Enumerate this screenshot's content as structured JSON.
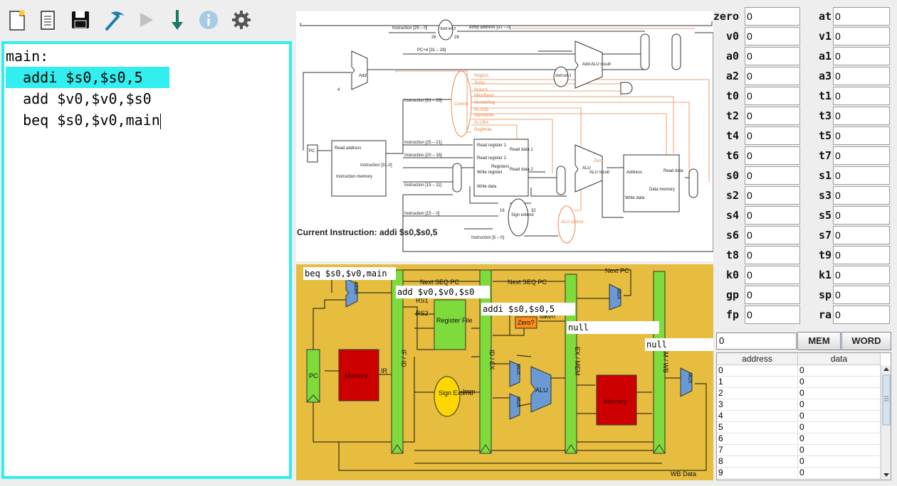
{
  "toolbar": {
    "buttons": [
      {
        "name": "new-file-button",
        "icon": "new-file-icon"
      },
      {
        "name": "open-file-button",
        "icon": "document-icon"
      },
      {
        "name": "save-button",
        "icon": "save-icon"
      },
      {
        "name": "assemble-button",
        "icon": "hammer-icon"
      },
      {
        "name": "run-button",
        "icon": "play-icon"
      },
      {
        "name": "step-button",
        "icon": "step-down-icon"
      },
      {
        "name": "info-button",
        "icon": "info-icon"
      },
      {
        "name": "settings-button",
        "icon": "gear-icon"
      }
    ]
  },
  "editor": {
    "lines": [
      "main:",
      "  addi $s0,$s0,5",
      "  add $v0,$v0,$s0",
      "  beq $s0,$v0,main"
    ],
    "highlighted_line": 1
  },
  "datapath": {
    "current_instruction": "Current Instruction: addi $s0,$s0,5",
    "labels": {
      "instr_25_0": "Instruction [25 – 0]",
      "jump_address": "Jump address [31 – 0]",
      "shift_left_2a": "Shift left 2",
      "n26": "26",
      "n28": "28",
      "pc4": "PC+4 [31 – 28]",
      "add": "Add",
      "four": "4",
      "instr_31_26": "Instruction [31 – 26]",
      "control": "Control",
      "regdst": "RegDst",
      "jump": "Jump",
      "branch": "Branch",
      "memread": "MemRead",
      "memtoreg": "MemtoReg",
      "aluop": "ALUOp",
      "memwrite": "MemWrite",
      "alusrc": "ALUSrc",
      "regwrite": "RegWrite",
      "pc": "PC",
      "read_address": "Read address",
      "instruction_31_0": "Instruction [31-0]",
      "instruction_memory": "Instruction memory",
      "instr_25_21": "Instruction [25 – 21]",
      "instr_20_16": "Instruction [20 – 16]",
      "instr_15_11": "Instruction [15 – 11]",
      "instr_15_0": "Instruction [15 – 0]",
      "instr_5_0": "Instruction [5 – 0]",
      "read_register_1": "Read register 1",
      "read_register_2": "Read register 2",
      "write_register": "Write register",
      "write_data": "Write data",
      "registers": "Registers",
      "read_data_1": "Read data 1",
      "read_data_2": "Read data 2",
      "sign_extend": "Sign extend",
      "n16": "16",
      "n32": "32",
      "shift_left_2b": "Shift left 2",
      "alu": "ALU",
      "alu_result": "ALU result",
      "zero": "Zero",
      "alu_control": "ALU control",
      "add_alu_result": "Add ALU result",
      "address": "Address",
      "read_data": "Read data",
      "data_memory": "Data memory",
      "mux": "MUX"
    }
  },
  "pipeline": {
    "stage_instructions": {
      "if": "beq $s0,$v0,main",
      "id": "add $v0,$v0,$s0",
      "ex": "addi $s0,$s0,5",
      "mem": "null",
      "wb": "null"
    },
    "labels": {
      "next_seq_pc_1": "Next SEQ PC",
      "next_seq_pc_2": "Next SEQ PC",
      "next_pc": "Next PC",
      "adder": "Adder",
      "rs1": "RS1",
      "rs2": "RS2",
      "register_file": "Register File",
      "pc": "PC",
      "memory_1": "Memory",
      "ir": "IR",
      "if_id": "IF / ID",
      "id_ex": "ID / EX",
      "ex_mem": "EX / MEM",
      "mem_wb": "MEM / WB",
      "sign_extend": "Sign Extend",
      "imm": "Imm",
      "zero": "Zero?",
      "taken": "taken",
      "alu": "ALU",
      "mux": "MUX",
      "memory_2": "Memory",
      "wb_data": "WB Data"
    },
    "colors": {
      "background": "#e6bd3e",
      "latch": "#7edb3c",
      "memory": "#cc0000",
      "adder": "#6a9ad4",
      "sign_extend": "#ffd700",
      "zero": "#ff8c1a"
    }
  },
  "registers": [
    {
      "name": "zero",
      "value": "0"
    },
    {
      "name": "at",
      "value": "0"
    },
    {
      "name": "v0",
      "value": "0"
    },
    {
      "name": "v1",
      "value": "0"
    },
    {
      "name": "a0",
      "value": "0"
    },
    {
      "name": "a1",
      "value": "0"
    },
    {
      "name": "a2",
      "value": "0"
    },
    {
      "name": "a3",
      "value": "0"
    },
    {
      "name": "t0",
      "value": "0"
    },
    {
      "name": "t1",
      "value": "0"
    },
    {
      "name": "t2",
      "value": "0"
    },
    {
      "name": "t3",
      "value": "0"
    },
    {
      "name": "t4",
      "value": "0"
    },
    {
      "name": "t5",
      "value": "0"
    },
    {
      "name": "t6",
      "value": "0"
    },
    {
      "name": "t7",
      "value": "0"
    },
    {
      "name": "s0",
      "value": "0"
    },
    {
      "name": "s1",
      "value": "0"
    },
    {
      "name": "s2",
      "value": "0"
    },
    {
      "name": "s3",
      "value": "0"
    },
    {
      "name": "s4",
      "value": "0"
    },
    {
      "name": "s5",
      "value": "0"
    },
    {
      "name": "s6",
      "value": "0"
    },
    {
      "name": "s7",
      "value": "0"
    },
    {
      "name": "t8",
      "value": "0"
    },
    {
      "name": "t9",
      "value": "0"
    },
    {
      "name": "k0",
      "value": "0"
    },
    {
      "name": "k1",
      "value": "0"
    },
    {
      "name": "gp",
      "value": "0"
    },
    {
      "name": "sp",
      "value": "0"
    },
    {
      "name": "fp",
      "value": "0"
    },
    {
      "name": "ra",
      "value": "0"
    }
  ],
  "memory": {
    "input_value": "0",
    "mem_button": "MEM",
    "word_button": "WORD",
    "columns": [
      "address",
      "data"
    ],
    "rows": [
      [
        "0",
        "0"
      ],
      [
        "1",
        "0"
      ],
      [
        "2",
        "0"
      ],
      [
        "3",
        "0"
      ],
      [
        "4",
        "0"
      ],
      [
        "5",
        "0"
      ],
      [
        "6",
        "0"
      ],
      [
        "7",
        "0"
      ],
      [
        "8",
        "0"
      ],
      [
        "9",
        "0"
      ]
    ]
  }
}
